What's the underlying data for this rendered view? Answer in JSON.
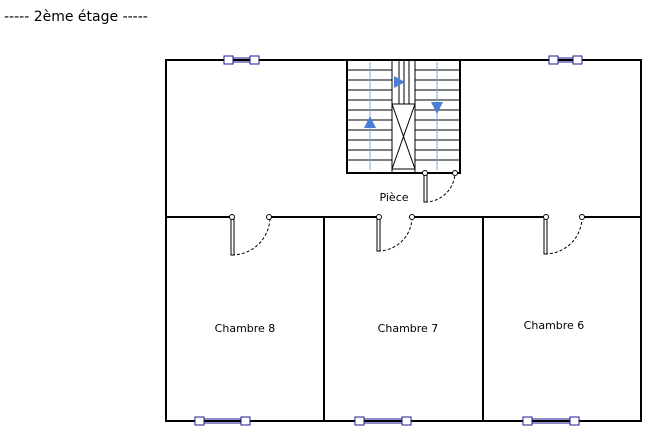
{
  "title": "----- 2ème étage -----",
  "rooms": {
    "hall": "Pièce",
    "room_left": "Chambre 8",
    "room_middle": "Chambre 7",
    "room_right": "Chambre 6"
  },
  "colors": {
    "wall": "#000000",
    "window": "#1a1a8c",
    "stair_arrow": "#4a7fd4"
  }
}
